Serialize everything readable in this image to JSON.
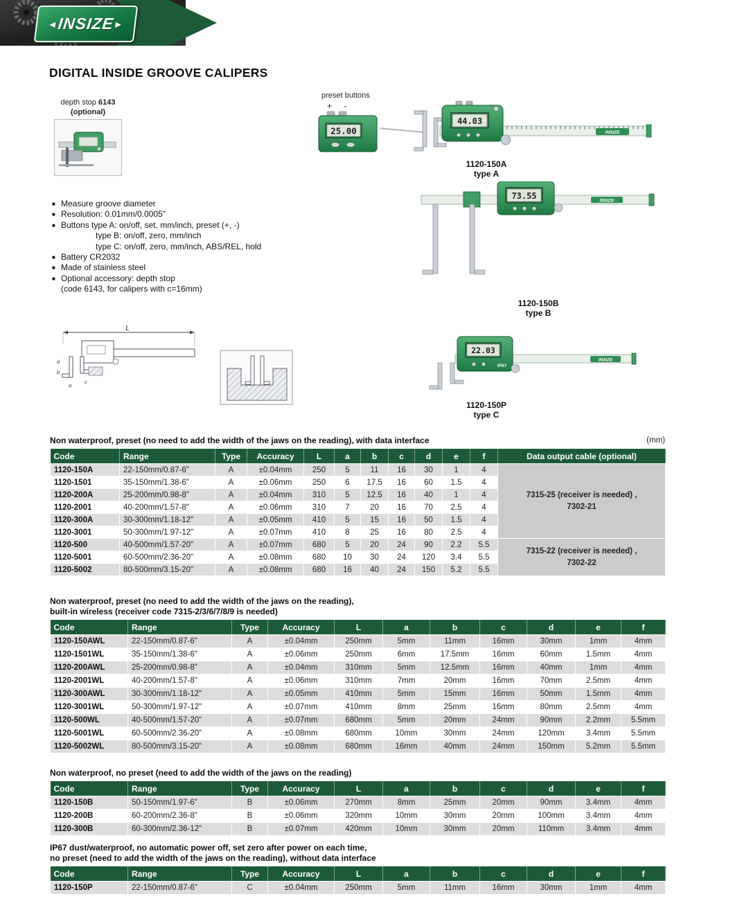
{
  "brand": {
    "name": "INSIZE",
    "arrow_left": "◄",
    "arrow_right": "►"
  },
  "page_title": "DIGITAL INSIDE GROOVE CALIPERS",
  "depth_stop": {
    "caption_prefix": "depth stop ",
    "caption_code": "6143",
    "caption_line2": "(optional)"
  },
  "preset": {
    "label": "preset buttons",
    "plus_minus": "+ -",
    "inset_lcd": "25.00"
  },
  "features": [
    {
      "bullet": true,
      "indent": false,
      "text": "Measure groove diameter"
    },
    {
      "bullet": true,
      "indent": false,
      "text": "Resolution: 0.01mm/0.0005\""
    },
    {
      "bullet": true,
      "indent": false,
      "text": "Buttons type A: on/off, set, mm/inch, preset (+, -)"
    },
    {
      "bullet": false,
      "indent": true,
      "text": "type B: on/off, zero, mm/inch"
    },
    {
      "bullet": false,
      "indent": true,
      "text": "type C: on/off, zero, mm/inch, ABS/REL, hold"
    },
    {
      "bullet": true,
      "indent": false,
      "text": "Battery CR2032"
    },
    {
      "bullet": true,
      "indent": false,
      "text": "Made of stainless steel"
    },
    {
      "bullet": true,
      "indent": false,
      "text": "Optional accessory: depth stop"
    },
    {
      "bullet": false,
      "indent": false,
      "text": "(code 6143, for calipers with c=16mm)"
    }
  ],
  "products": [
    {
      "code_label": "1120-150A",
      "type_label": "type A",
      "lcd": "44.03"
    },
    {
      "code_label": "1120-150B",
      "type_label": "type B",
      "lcd": "73.55"
    },
    {
      "code_label": "1120-150P",
      "type_label": "type C",
      "lcd": "22.03",
      "badge": "IP67"
    }
  ],
  "diagram": {
    "dim_L": "L",
    "dim_a": "a",
    "dim_b": "b",
    "dim_c": "c",
    "dim_d": "d"
  },
  "tables": [
    {
      "caption_lines": [
        "Non waterproof, preset (no need to add the width of the jaws on the reading), with data interface"
      ],
      "caption_right": "(mm)",
      "headers": [
        "Code",
        "Range",
        "Type",
        "Accuracy",
        "L",
        "a",
        "b",
        "c",
        "d",
        "e",
        "f",
        "Data output cable (optional)"
      ],
      "rows": [
        [
          "1120-150A",
          "22-150mm/0.87-6\"",
          "A",
          "±0.04mm",
          "250",
          "5",
          "11",
          "16",
          "30",
          "1",
          "4"
        ],
        [
          "1120-1501",
          "35-150mm/1.38-6\"",
          "A",
          "±0.06mm",
          "250",
          "6",
          "17.5",
          "16",
          "60",
          "1.5",
          "4"
        ],
        [
          "1120-200A",
          "25-200mm/0.98-8\"",
          "A",
          "±0.04mm",
          "310",
          "5",
          "12.5",
          "16",
          "40",
          "1",
          "4"
        ],
        [
          "1120-2001",
          "40-200mm/1.57-8\"",
          "A",
          "±0.06mm",
          "310",
          "7",
          "20",
          "16",
          "70",
          "2.5",
          "4"
        ],
        [
          "1120-300A",
          "30-300mm/1.18-12\"",
          "A",
          "±0.05mm",
          "410",
          "5",
          "15",
          "16",
          "50",
          "1.5",
          "4"
        ],
        [
          "1120-3001",
          "50-300mm/1.97-12\"",
          "A",
          "±0.07mm",
          "410",
          "8",
          "25",
          "16",
          "80",
          "2.5",
          "4"
        ],
        [
          "1120-500",
          "40-500mm/1.57-20\"",
          "A",
          "±0.07mm",
          "680",
          "5",
          "20",
          "24",
          "90",
          "2.2",
          "5.5"
        ],
        [
          "1120-5001",
          "60-500mm/2.36-20\"",
          "A",
          "±0.08mm",
          "680",
          "10",
          "30",
          "24",
          "120",
          "3.4",
          "5.5"
        ],
        [
          "1120-5002",
          "80-500mm/3.15-20\"",
          "A",
          "±0.08mm",
          "680",
          "16",
          "40",
          "24",
          "150",
          "5.2",
          "5.5"
        ]
      ],
      "cable_groups": [
        {
          "text": "7315-25 (receiver is needed) ,\n7302-21",
          "span": 6
        },
        {
          "text": "7315-22 (receiver is needed) ,\n7302-22",
          "span": 3
        }
      ]
    },
    {
      "caption_lines": [
        "Non waterproof, preset (no need to add the width of the jaws on the reading),",
        "built-in wireless (receiver code 7315-2/3/6/7/8/9 is needed)"
      ],
      "headers": [
        "Code",
        "Range",
        "Type",
        "Accuracy",
        "L",
        "a",
        "b",
        "c",
        "d",
        "e",
        "f"
      ],
      "rows": [
        [
          "1120-150AWL",
          "22-150mm/0.87-6\"",
          "A",
          "±0.04mm",
          "250mm",
          "5mm",
          "11mm",
          "16mm",
          "30mm",
          "1mm",
          "4mm"
        ],
        [
          "1120-1501WL",
          "35-150mm/1.38-6\"",
          "A",
          "±0.06mm",
          "250mm",
          "6mm",
          "17.5mm",
          "16mm",
          "60mm",
          "1.5mm",
          "4mm"
        ],
        [
          "1120-200AWL",
          "25-200mm/0.98-8\"",
          "A",
          "±0.04mm",
          "310mm",
          "5mm",
          "12.5mm",
          "16mm",
          "40mm",
          "1mm",
          "4mm"
        ],
        [
          "1120-2001WL",
          "40-200mm/1.57-8\"",
          "A",
          "±0.06mm",
          "310mm",
          "7mm",
          "20mm",
          "16mm",
          "70mm",
          "2.5mm",
          "4mm"
        ],
        [
          "1120-300AWL",
          "30-300mm/1.18-12\"",
          "A",
          "±0.05mm",
          "410mm",
          "5mm",
          "15mm",
          "16mm",
          "50mm",
          "1.5mm",
          "4mm"
        ],
        [
          "1120-3001WL",
          "50-300mm/1.97-12\"",
          "A",
          "±0.07mm",
          "410mm",
          "8mm",
          "25mm",
          "16mm",
          "80mm",
          "2.5mm",
          "4mm"
        ],
        [
          "1120-500WL",
          "40-500mm/1.57-20\"",
          "A",
          "±0.07mm",
          "680mm",
          "5mm",
          "20mm",
          "24mm",
          "90mm",
          "2.2mm",
          "5.5mm"
        ],
        [
          "1120-5001WL",
          "60-500mm/2.36-20\"",
          "A",
          "±0.08mm",
          "680mm",
          "10mm",
          "30mm",
          "24mm",
          "120mm",
          "3.4mm",
          "5.5mm"
        ],
        [
          "1120-5002WL",
          "80-500mm/3.15-20\"",
          "A",
          "±0.08mm",
          "680mm",
          "16mm",
          "40mm",
          "24mm",
          "150mm",
          "5.2mm",
          "5.5mm"
        ]
      ]
    },
    {
      "caption_lines": [
        "Non waterproof, no preset (need to add the width of the jaws on the reading)"
      ],
      "headers": [
        "Code",
        "Range",
        "Type",
        "Accuracy",
        "L",
        "a",
        "b",
        "c",
        "d",
        "e",
        "f"
      ],
      "rows": [
        [
          "1120-150B",
          "50-150mm/1.97-6\"",
          "B",
          "±0.06mm",
          "270mm",
          "8mm",
          "25mm",
          "20mm",
          "90mm",
          "3.4mm",
          "4mm"
        ],
        [
          "1120-200B",
          "60-200mm/2.36-8\"",
          "B",
          "±0.06mm",
          "320mm",
          "10mm",
          "30mm",
          "20mm",
          "100mm",
          "3.4mm",
          "4mm"
        ],
        [
          "1120-300B",
          "60-300mm/2.36-12\"",
          "B",
          "±0.07mm",
          "420mm",
          "10mm",
          "30mm",
          "20mm",
          "110mm",
          "3.4mm",
          "4mm"
        ]
      ]
    },
    {
      "caption_lines": [
        "IP67 dust/waterproof, no automatic power off, set zero after power on each time,",
        "no preset (need to add the width of the jaws on the reading), without data interface"
      ],
      "headers": [
        "Code",
        "Range",
        "Type",
        "Accuracy",
        "L",
        "a",
        "b",
        "c",
        "d",
        "e",
        "f"
      ],
      "rows": [
        [
          "1120-150P",
          "22-150mm/0.87-6\"",
          "C",
          "±0.04mm",
          "250mm",
          "5mm",
          "11mm",
          "16mm",
          "30mm",
          "1mm",
          "4mm"
        ]
      ]
    }
  ]
}
